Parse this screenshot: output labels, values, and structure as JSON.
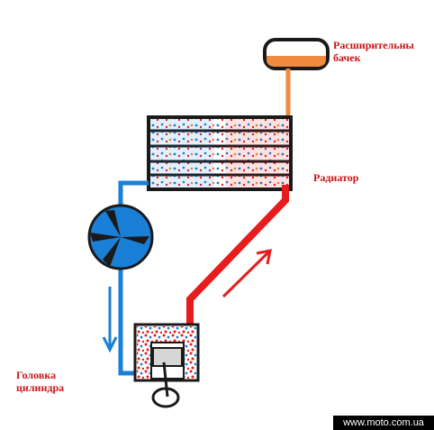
{
  "labels": {
    "expansion_tank": "Расширительны\nбачек",
    "radiator": "Радиатор",
    "cylinder_head": "Головка\nцилиндра"
  },
  "watermark": "www.moto.com.ua",
  "colors": {
    "hot": "#e81c1c",
    "cold": "#1a7fd6",
    "warm": "#f08a3c",
    "outline": "#1a1a1a",
    "background": "#ffffff"
  },
  "icons": [
    "pump-fan-icon",
    "piston-icon",
    "flow-arrow-icon"
  ]
}
